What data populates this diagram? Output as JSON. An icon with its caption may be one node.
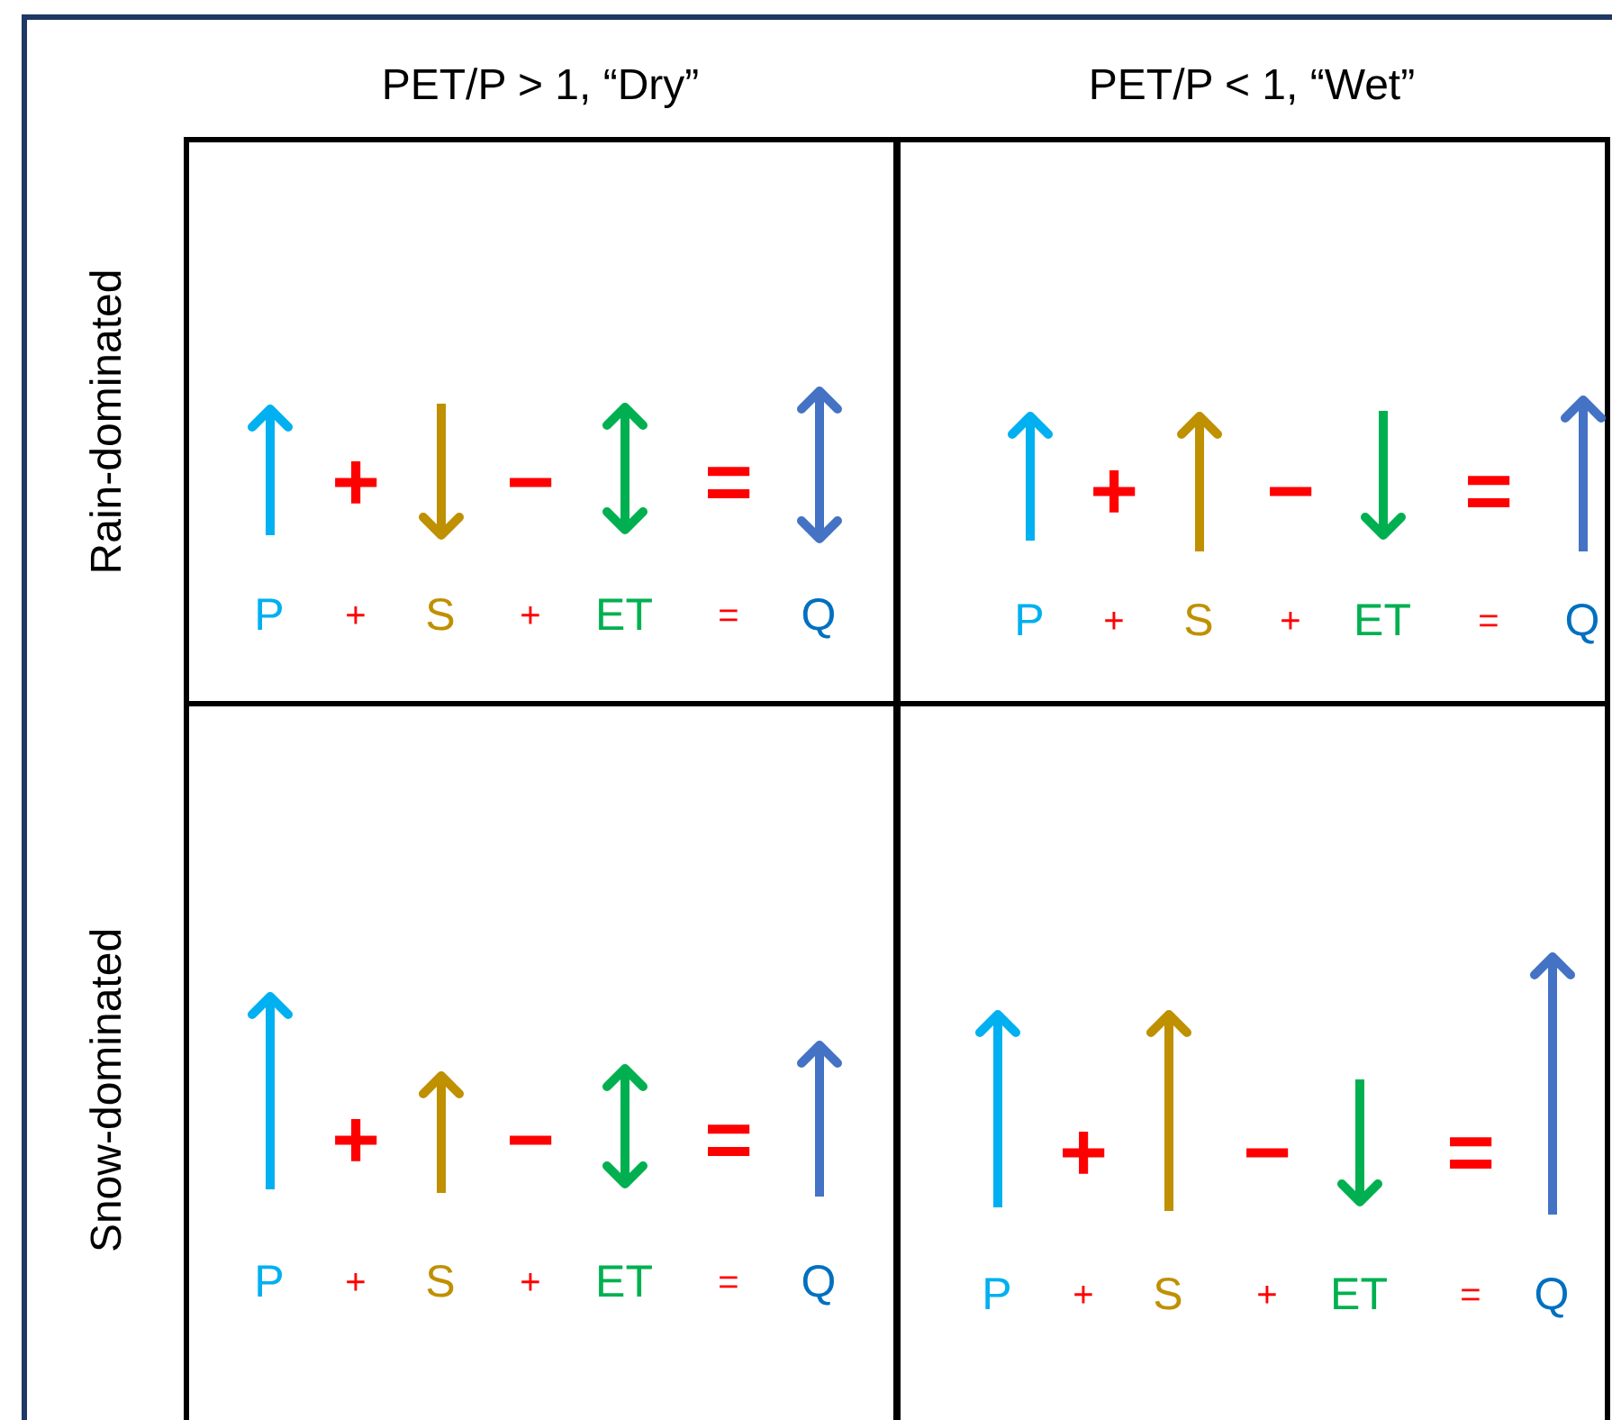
{
  "diagram": {
    "nodes": [
      {
        "text": [
          "+",
          "−",
          "=",
          "P",
          "+",
          "S",
          "+",
          "ET",
          "=",
          "Q"
        ]
      },
      {
        "text": [
          "+",
          "−",
          "=",
          "P",
          "+",
          "S",
          "+",
          "ET",
          "=",
          "Q"
        ]
      },
      {
        "text": [
          "+",
          "−",
          "=",
          "P",
          "+",
          "S",
          "+",
          "ET",
          "=",
          "Q"
        ]
      },
      {
        "text": [
          "+",
          "−",
          "=",
          "P",
          "+",
          "S",
          "+",
          "ET",
          "=",
          "Q"
        ]
      }
    ],
    "labels": [
      "PET/P > 1, “Dry”",
      "PET/P < 1, “Wet”",
      "Rain-dominated",
      "Snow-dominated"
    ]
  }
}
